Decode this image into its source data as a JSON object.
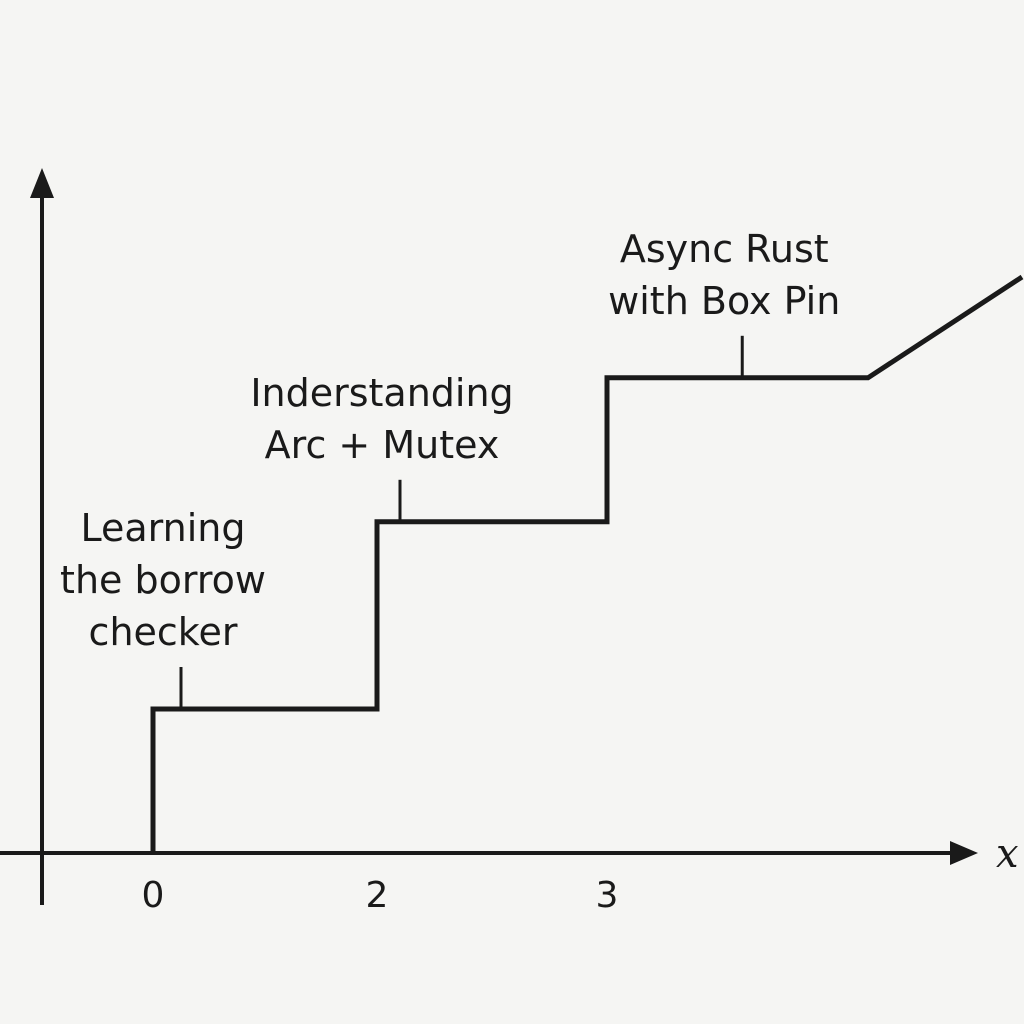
{
  "chart_data": {
    "type": "line",
    "title": "",
    "xlabel": "x",
    "ylabel": "",
    "x_ticks": [
      "0",
      "2",
      "3"
    ],
    "grid": false,
    "legend": "none",
    "line_color": "#1a1a1a",
    "series": [
      {
        "points": [
          {
            "x": 0,
            "y": 0
          },
          {
            "x": 0,
            "y": 1
          },
          {
            "x": 2,
            "y": 1
          },
          {
            "x": 2,
            "y": 2.3
          },
          {
            "x": 3,
            "y": 2.3
          },
          {
            "x": 3,
            "y": 3.3
          },
          {
            "x": 4.1,
            "y": 3.3
          },
          {
            "x": 4.8,
            "y": 4
          }
        ]
      }
    ],
    "annotations": [
      {
        "lines": [
          "Learning",
          "the borrow",
          "checker"
        ],
        "x": 0.25,
        "y": 1
      },
      {
        "lines": [
          "Inderstanding",
          "Arc + Mutex"
        ],
        "x": 2.1,
        "y": 2.3
      },
      {
        "lines": [
          "Async Rust",
          "with Box Pin"
        ],
        "x": 3.57,
        "y": 3.3
      }
    ]
  }
}
